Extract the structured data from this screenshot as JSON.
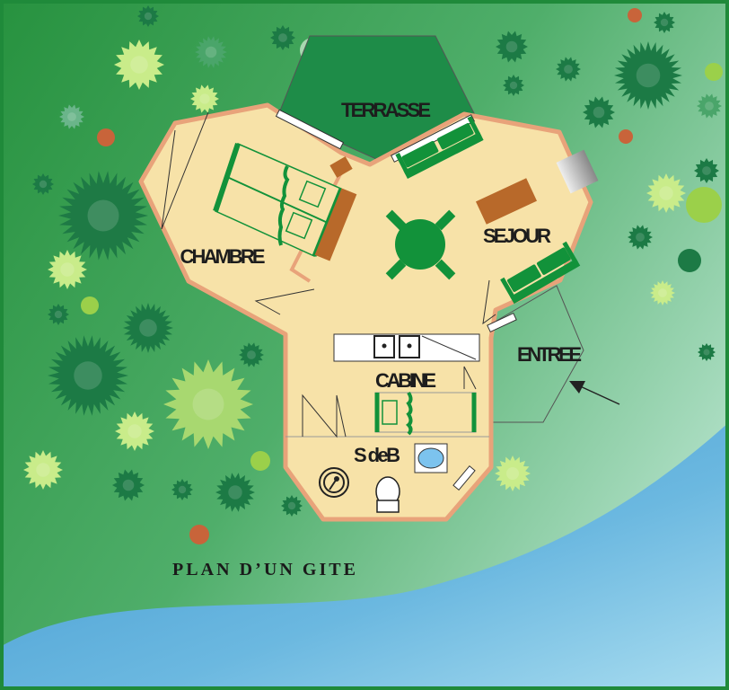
{
  "title": "PLAN D’UN GITE",
  "rooms": {
    "terrasse": "TERRASSE",
    "chambre": "CHAMBRE",
    "sejour": "SEJOUR",
    "entree": "ENTREE",
    "cabine": "CABINE",
    "sdb": "S deB"
  },
  "colors": {
    "frame": "#1f8a3a",
    "floor": "#f7e2a8",
    "wall": "#e8a37a",
    "furniture_green": "#12923a",
    "wood": "#b8692a",
    "water": "#4aa3d6"
  }
}
